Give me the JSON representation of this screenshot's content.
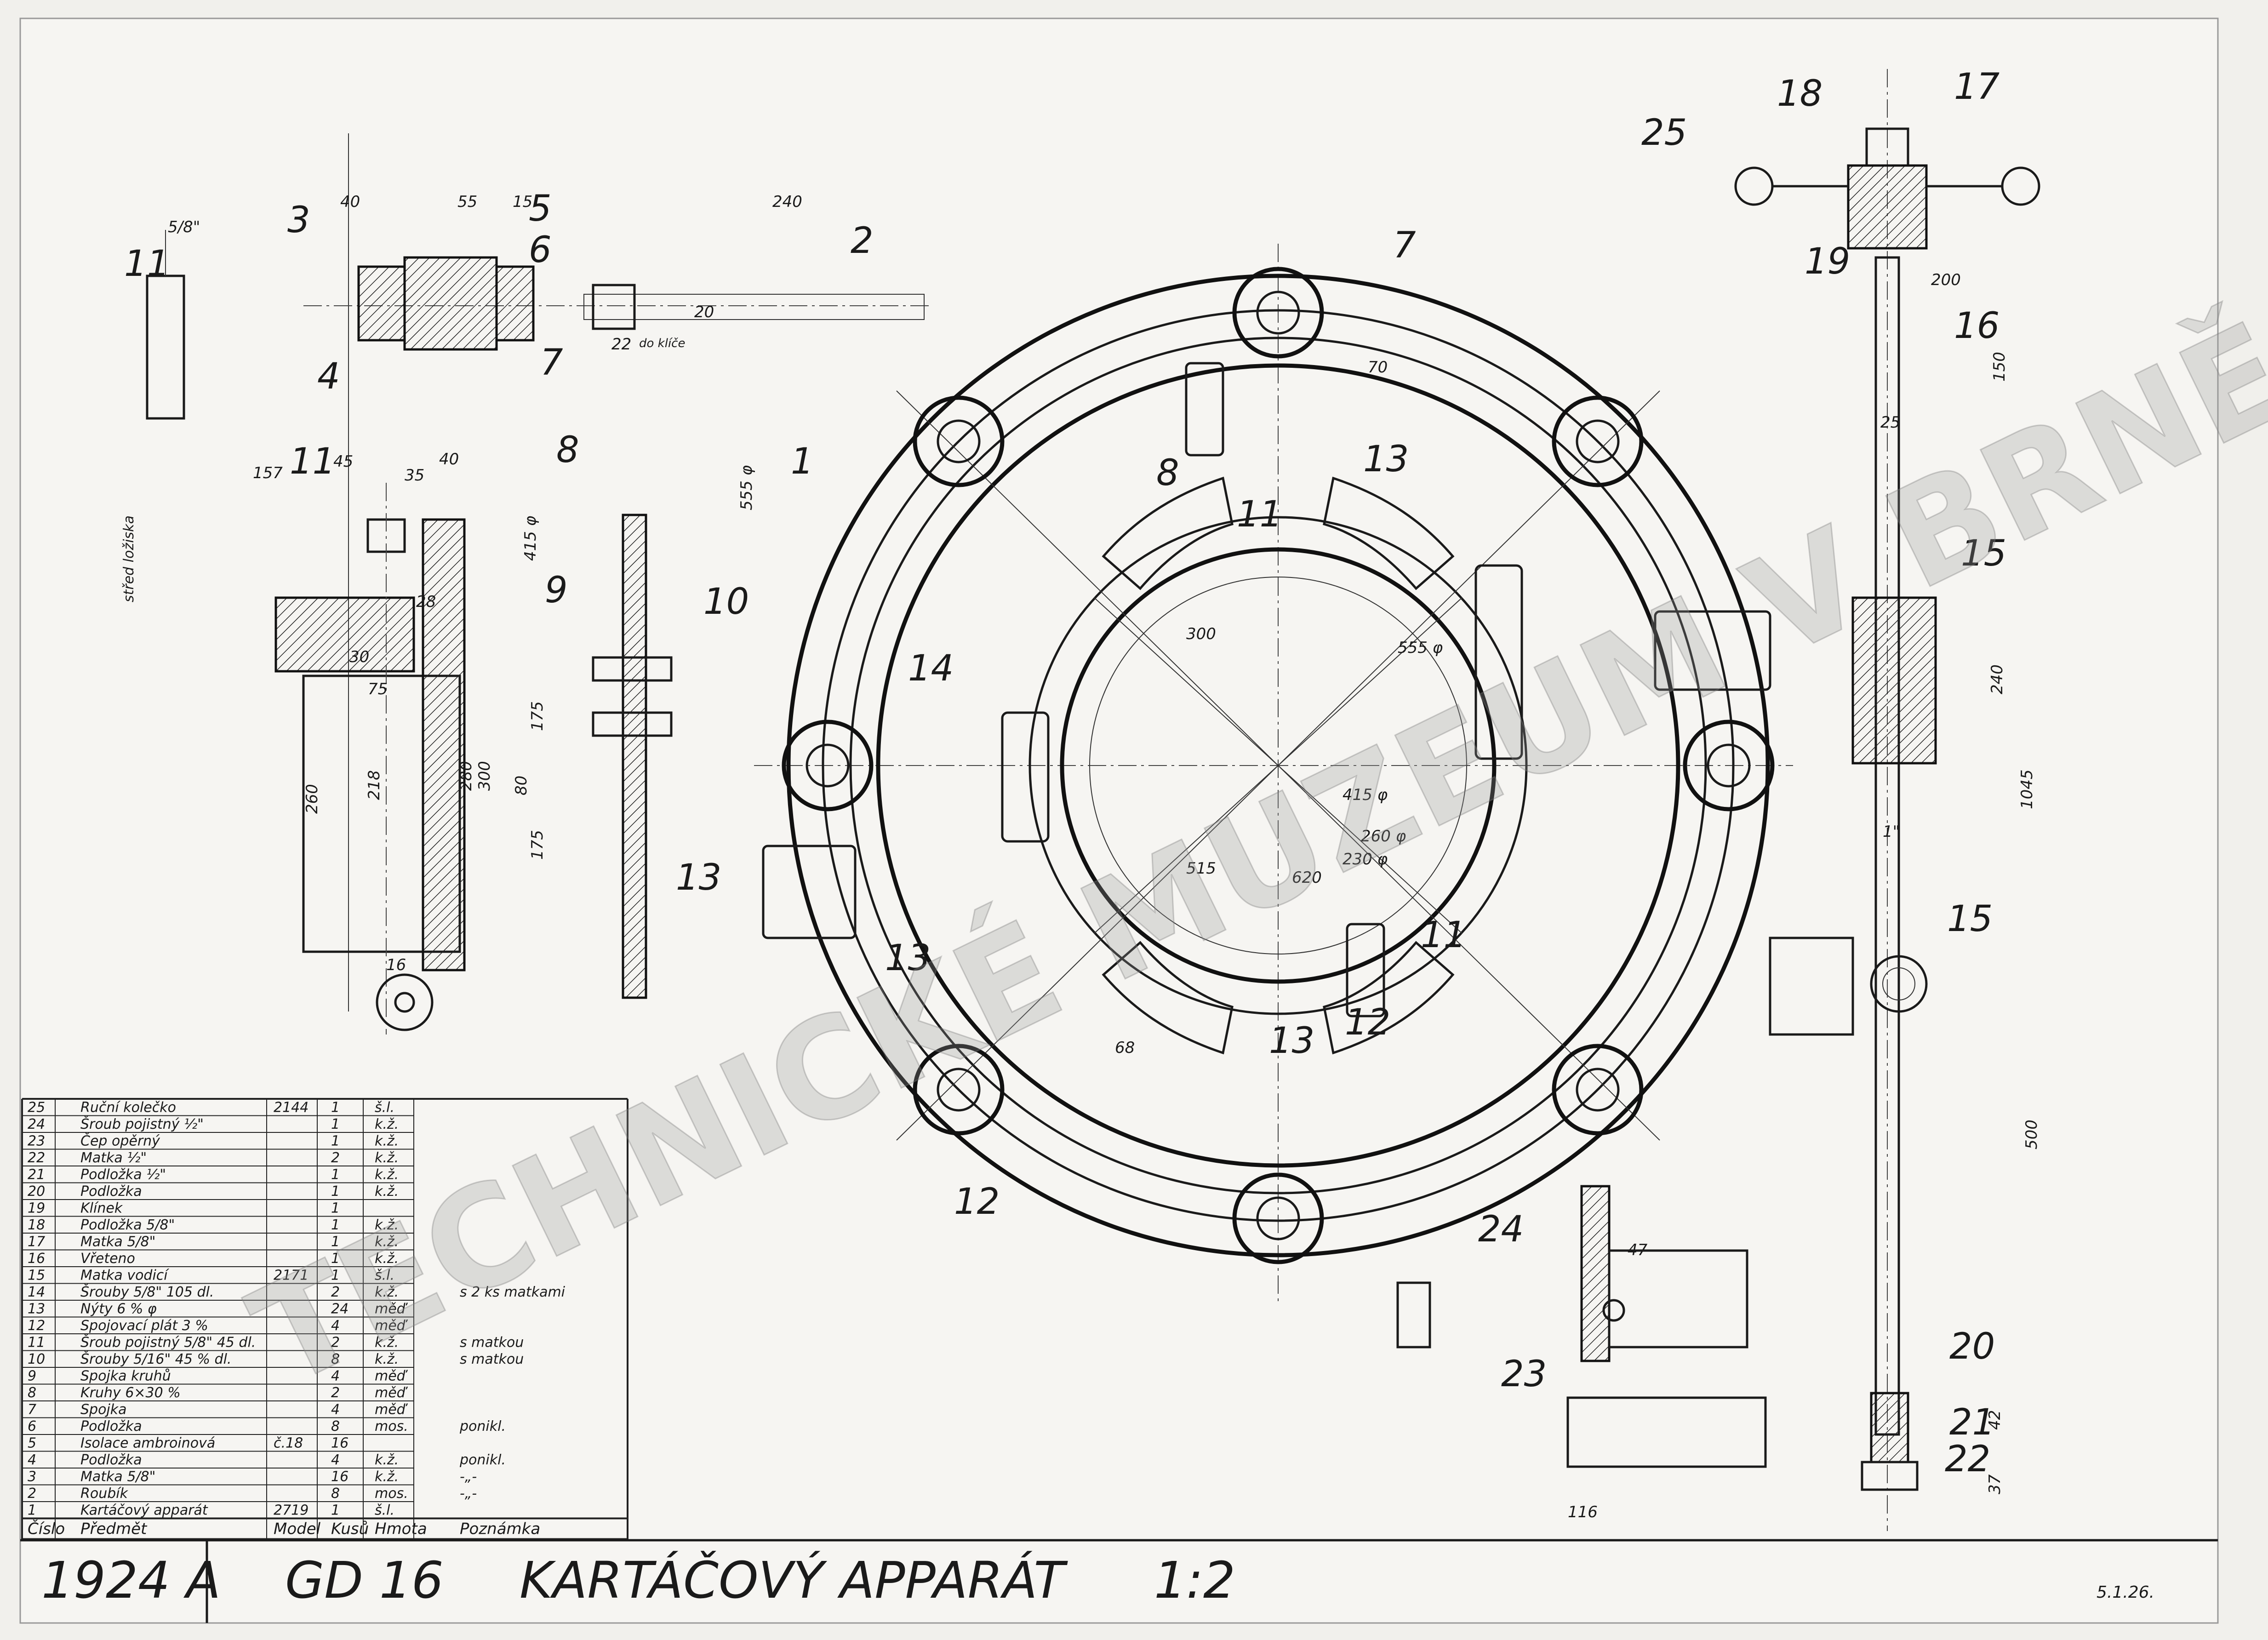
{
  "title_block": {
    "drawing_number": "1924 A",
    "group": "GD 16",
    "title": "KARTÁČOVÝ APPARÁT",
    "scale": "1:2",
    "signature_date": "5.1.26."
  },
  "watermark": "TECHNICKÉ MUZEUM V BRNĚ",
  "parts_table": {
    "headers": [
      "Číslo",
      "Předmět",
      "Model",
      "Kusů",
      "Hmota",
      "Poznámka"
    ],
    "rows": [
      [
        "25",
        "Ruční kolečko",
        "2144",
        "1",
        "š.l.",
        ""
      ],
      [
        "24",
        "Šroub pojistný ½\"",
        "",
        "1",
        "k.ž.",
        ""
      ],
      [
        "23",
        "Čep opěrný",
        "",
        "1",
        "k.ž.",
        ""
      ],
      [
        "22",
        "Matka ½\"",
        "",
        "2",
        "k.ž.",
        ""
      ],
      [
        "21",
        "Podložka ½\"",
        "",
        "1",
        "k.ž.",
        ""
      ],
      [
        "20",
        "Podložka",
        "",
        "1",
        "k.ž.",
        ""
      ],
      [
        "19",
        "Klínek",
        "",
        "1",
        "",
        ""
      ],
      [
        "18",
        "Podložka 5/8\"",
        "",
        "1",
        "k.ž.",
        ""
      ],
      [
        "17",
        "Matka 5/8\"",
        "",
        "1",
        "k.ž.",
        ""
      ],
      [
        "16",
        "Vřeteno",
        "",
        "1",
        "k.ž.",
        ""
      ],
      [
        "15",
        "Matka vodicí",
        "2171",
        "1",
        "š.l.",
        ""
      ],
      [
        "14",
        "Šrouby 5/8\" 105 dl.",
        "",
        "2",
        "k.ž.",
        "s 2 ks matkami"
      ],
      [
        "13",
        "Nýty 6 % φ",
        "",
        "24",
        "měď",
        ""
      ],
      [
        "12",
        "Spojovací plát 3 %",
        "",
        "4",
        "měď",
        ""
      ],
      [
        "11",
        "Šroub pojistný 5/8\" 45 dl.",
        "",
        "2",
        "k.ž.",
        "s matkou"
      ],
      [
        "10",
        "Šrouby 5/16\" 45 % dl.",
        "",
        "8",
        "k.ž.",
        "s matkou"
      ],
      [
        "9",
        "Spojka kruhů",
        "",
        "4",
        "měď",
        ""
      ],
      [
        "8",
        "Kruhy 6×30 %",
        "",
        "2",
        "měď",
        ""
      ],
      [
        "7",
        "Spojka",
        "",
        "4",
        "měď",
        ""
      ],
      [
        "6",
        "Podložka",
        "",
        "8",
        "mos.",
        "ponikl."
      ],
      [
        "5",
        "Isolace ambroinová",
        "č.18",
        "16",
        "",
        ""
      ],
      [
        "4",
        "Podložka",
        "",
        "4",
        "k.ž.",
        "ponikl."
      ],
      [
        "3",
        "Matka 5/8\"",
        "",
        "16",
        "k.ž.",
        "-„-"
      ],
      [
        "2",
        "Roubík",
        "",
        "8",
        "mos.",
        "-„-"
      ],
      [
        "1",
        "Kartáčový apparát",
        "2719",
        "1",
        "š.l.",
        ""
      ]
    ]
  },
  "part_labels": {
    "p1": "1",
    "p2": "2",
    "p3": "3",
    "p4": "4",
    "p5": "5",
    "p6": "6",
    "p7": "7",
    "p8": "8",
    "p9": "9",
    "p10": "10",
    "p11": "11",
    "p12": "12",
    "p13": "13",
    "p14": "14",
    "p15": "15",
    "p16": "16",
    "p17": "17",
    "p18": "18",
    "p19": "19",
    "p20": "20",
    "p21": "21",
    "p22": "22",
    "p23": "23",
    "p24": "24",
    "p25": "25"
  },
  "dimensions": {
    "d240": "240",
    "d40a": "40",
    "d55": "55",
    "d15": "15",
    "d20": "20",
    "d22": "22",
    "d555": "555 φ",
    "d415": "415 φ",
    "d157": "157",
    "d45": "45",
    "d35": "35",
    "d40b": "40",
    "d30": "30",
    "d28": "28",
    "d75": "75",
    "d260": "260",
    "d218": "218",
    "d280": "280",
    "d300": "300",
    "d16": "16",
    "d80": "80",
    "d175a": "175",
    "d175b": "175",
    "c300": "300",
    "c555": "555 φ",
    "c415": "415 φ",
    "c260": "260 φ",
    "c230": "230 φ",
    "c620": "620",
    "c515": "515",
    "c68": "68",
    "c70": "70",
    "c1045": "1045",
    "c500": "500",
    "c200": "200",
    "c150": "150",
    "c25": "25",
    "c240": "240",
    "c116": "116",
    "c37": "37",
    "c42": "42",
    "c47": "47",
    "c1in": "1\"",
    "shaftdia": "5/8\"",
    "dokl": "do klíče",
    "osa": "střed ložiska"
  }
}
